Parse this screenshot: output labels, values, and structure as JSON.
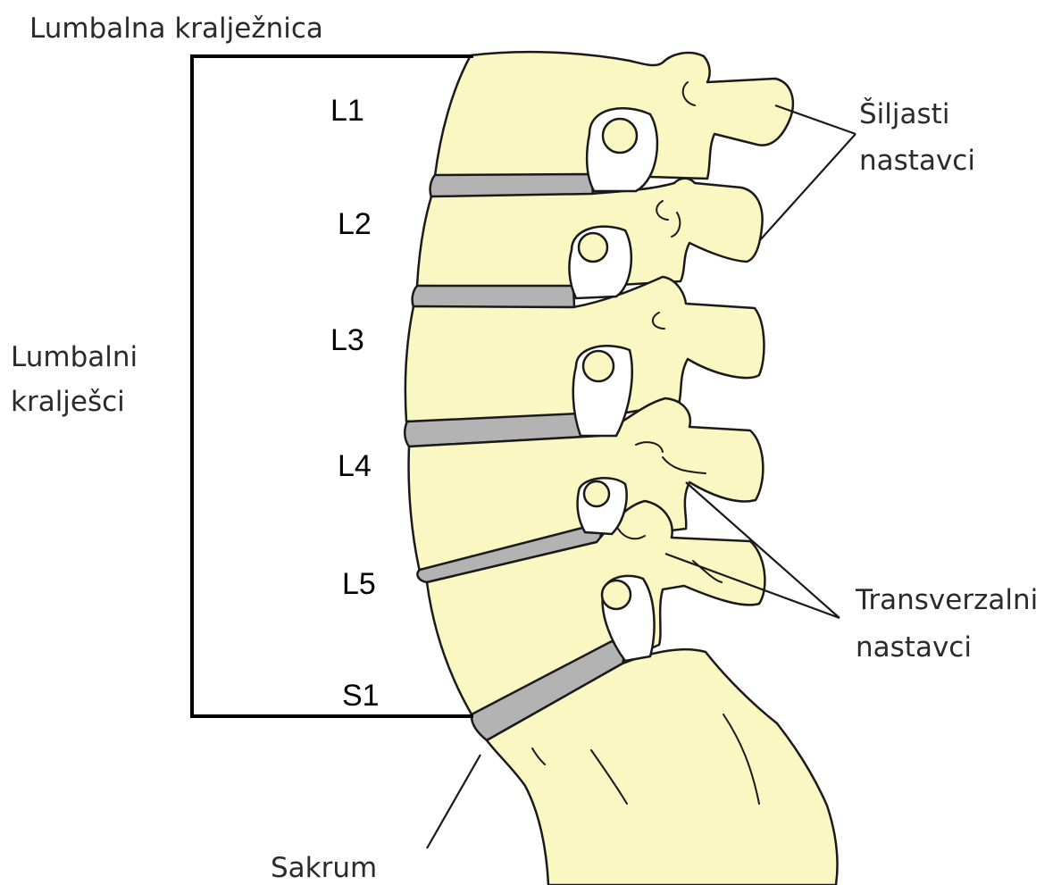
{
  "title": "Lumbalna kralježnica",
  "group_label": {
    "lines": [
      "Lumbalni",
      "kralješci"
    ]
  },
  "vertebrae": [
    {
      "label": "L1"
    },
    {
      "label": "L2"
    },
    {
      "label": "L3"
    },
    {
      "label": "L4"
    },
    {
      "label": "L5"
    },
    {
      "label": "S1"
    }
  ],
  "spinous_label": {
    "lines": [
      "Šiljasti",
      "nastavci"
    ]
  },
  "transverse_label": {
    "lines": [
      "Transverzalni",
      "nastavci"
    ]
  },
  "sacrum_label": "Sakrum",
  "colors": {
    "bone": "#fbf7c3",
    "disc": "#b3b3b3",
    "foramen": "#ffffff",
    "outline": "#1a1a1a",
    "bracket": "#000000",
    "text": "#2b2b2b"
  }
}
